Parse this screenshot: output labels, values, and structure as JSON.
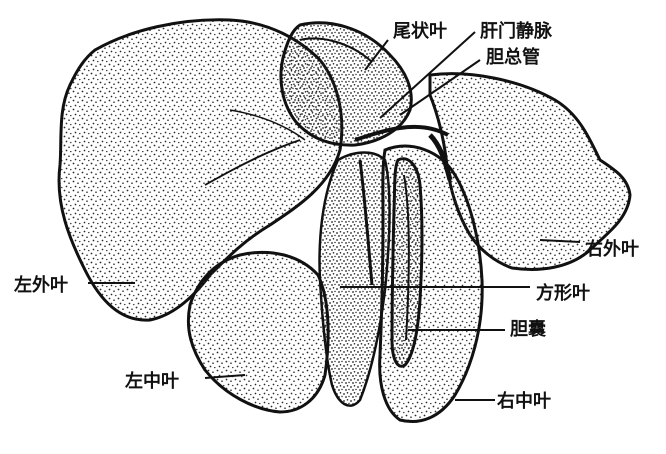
{
  "diagram": {
    "colors": {
      "ink": "#111111",
      "stipple": "#2a2a2a",
      "background": "#ffffff"
    },
    "labels": {
      "caudate_lobe": "尾状叶",
      "hepatic_portal_vein": "肝门静脉",
      "common_bile_duct": "胆总管",
      "right_lateral_lobe": "右外叶",
      "left_lateral_lobe": "左外叶",
      "quadrate_lobe": "方形叶",
      "gallbladder": "胆囊",
      "left_middle_lobe": "左中叶",
      "right_middle_lobe": "右中叶"
    }
  }
}
